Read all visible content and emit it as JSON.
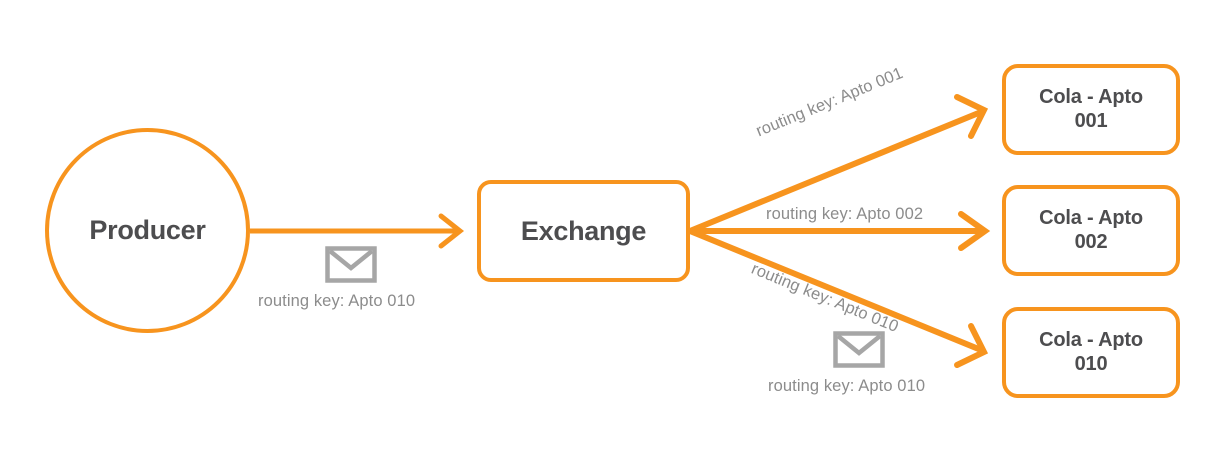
{
  "diagram": {
    "title": "RabbitMQ direct exchange routing diagram",
    "accent_color": "#f7941e",
    "text_color": "#4d4d4f",
    "caption_color": "#8c8c8c"
  },
  "producer": {
    "label": "Producer",
    "shape": "circle"
  },
  "exchange": {
    "label": "Exchange",
    "shape": "rounded-rect"
  },
  "queues": [
    {
      "label": "Cola - Apto 001",
      "line1": "Cola - Apto",
      "line2": "001"
    },
    {
      "label": "Cola - Apto 002",
      "line1": "Cola - Apto",
      "line2": "002"
    },
    {
      "label": "Cola - Apto 010",
      "line1": "Cola - Apto",
      "line2": "010"
    }
  ],
  "messages": [
    {
      "icon": "envelope-icon",
      "caption": "routing key: Apto 010",
      "position": "producer-to-exchange"
    },
    {
      "icon": "envelope-icon",
      "caption": "routing key: Apto 010",
      "position": "exchange-to-queue-010"
    }
  ],
  "routes": [
    {
      "label": "routing key: Apto 001",
      "target": "Cola - Apto 001",
      "direction": "up"
    },
    {
      "label": "routing key: Apto 002",
      "target": "Cola - Apto 002",
      "direction": "straight"
    },
    {
      "label": "routing key: Apto 010",
      "target": "Cola - Apto 010",
      "direction": "down"
    }
  ]
}
